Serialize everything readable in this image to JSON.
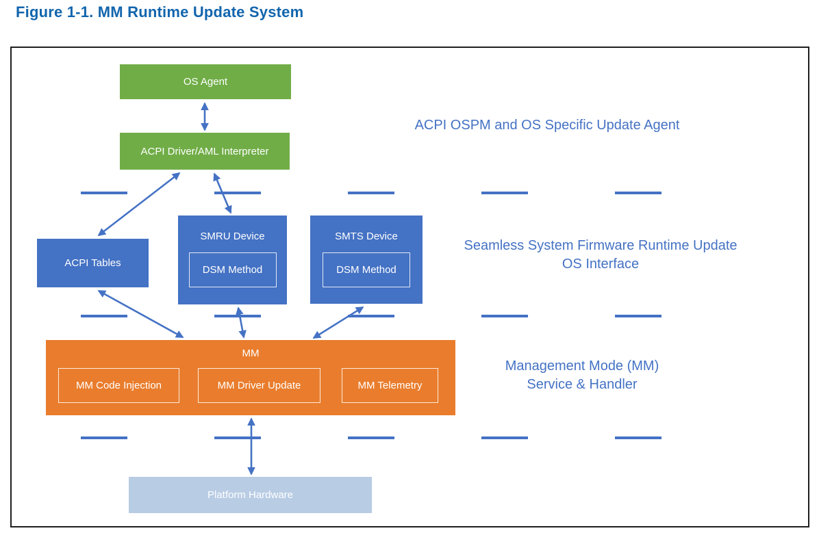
{
  "page": {
    "title": "Figure 1-1. MM Runtime Update System"
  },
  "boxes": {
    "os_agent": "OS Agent",
    "acpi_driver": "ACPI Driver/AML Interpreter",
    "acpi_tables": "ACPI Tables",
    "smru_device": "SMRU Device",
    "smru_dsm": "DSM Method",
    "smts_device": "SMTS Device",
    "smts_dsm": "DSM Method",
    "mm": "MM",
    "mm_code_injection": "MM Code Injection",
    "mm_driver_update": "MM Driver Update",
    "mm_telemetry": "MM Telemetry",
    "platform_hardware": "Platform Hardware"
  },
  "side_labels": {
    "os_layer": "ACPI OSPM and OS Specific Update Agent",
    "interface_layer_line1": "Seamless System Firmware Runtime Update",
    "interface_layer_line2": "OS Interface",
    "mm_layer_line1": "Management Mode (MM)",
    "mm_layer_line2": "Service & Handler"
  },
  "colors": {
    "green": "#70AD47",
    "blue": "#4472C4",
    "orange": "#E97D2D",
    "light_blue": "#B8CCE4",
    "accent_text": "#4472C4",
    "title_blue": "#1265AD"
  }
}
